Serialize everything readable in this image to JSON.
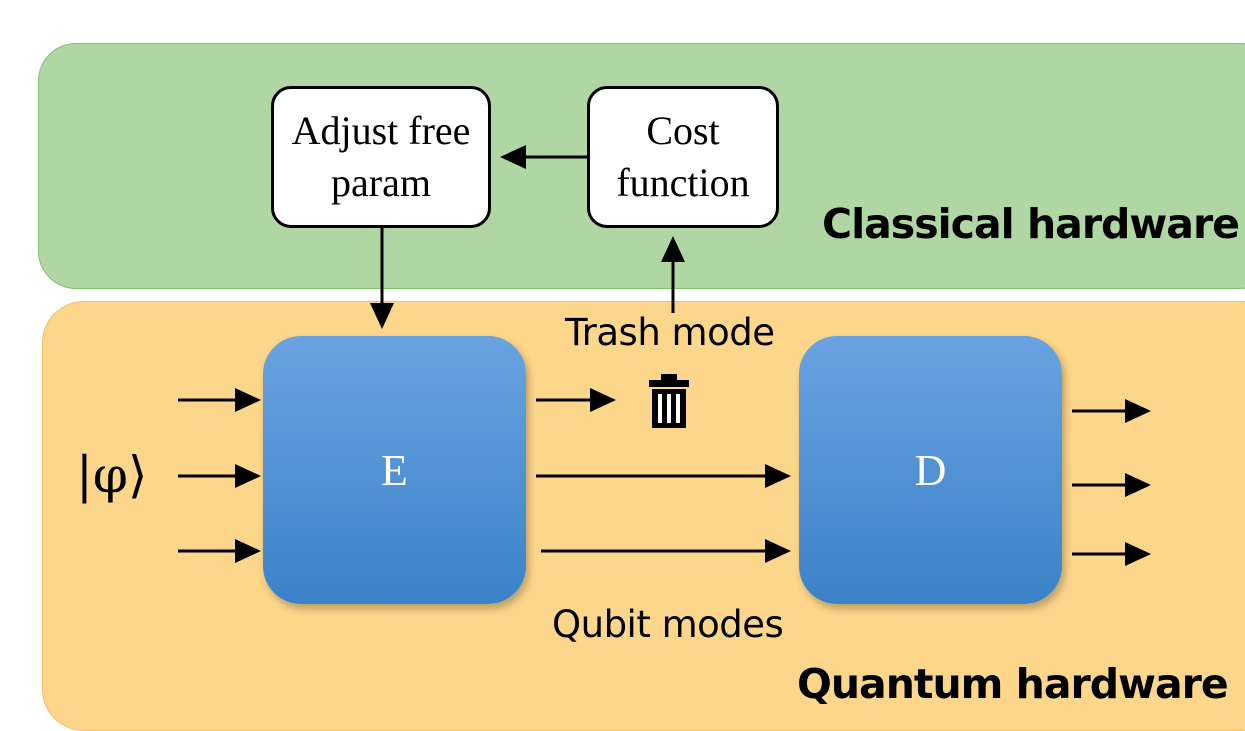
{
  "classical": {
    "label": "Classical hardware",
    "adjust_line1": "Adjust free",
    "adjust_line2": "param",
    "cost_line1": "Cost",
    "cost_line2": "function"
  },
  "quantum": {
    "label": "Quantum hardware",
    "encoder": "E",
    "decoder": "D",
    "trash_mode": "Trash mode",
    "qubit_modes": "Qubit modes",
    "input_state": "|φ⟩"
  },
  "colors": {
    "classical_bg": "#b0d6a3",
    "quantum_bg": "#fcd68a",
    "block_blue": "#4a8fd4"
  },
  "icons": {
    "trash": "trash-icon"
  }
}
